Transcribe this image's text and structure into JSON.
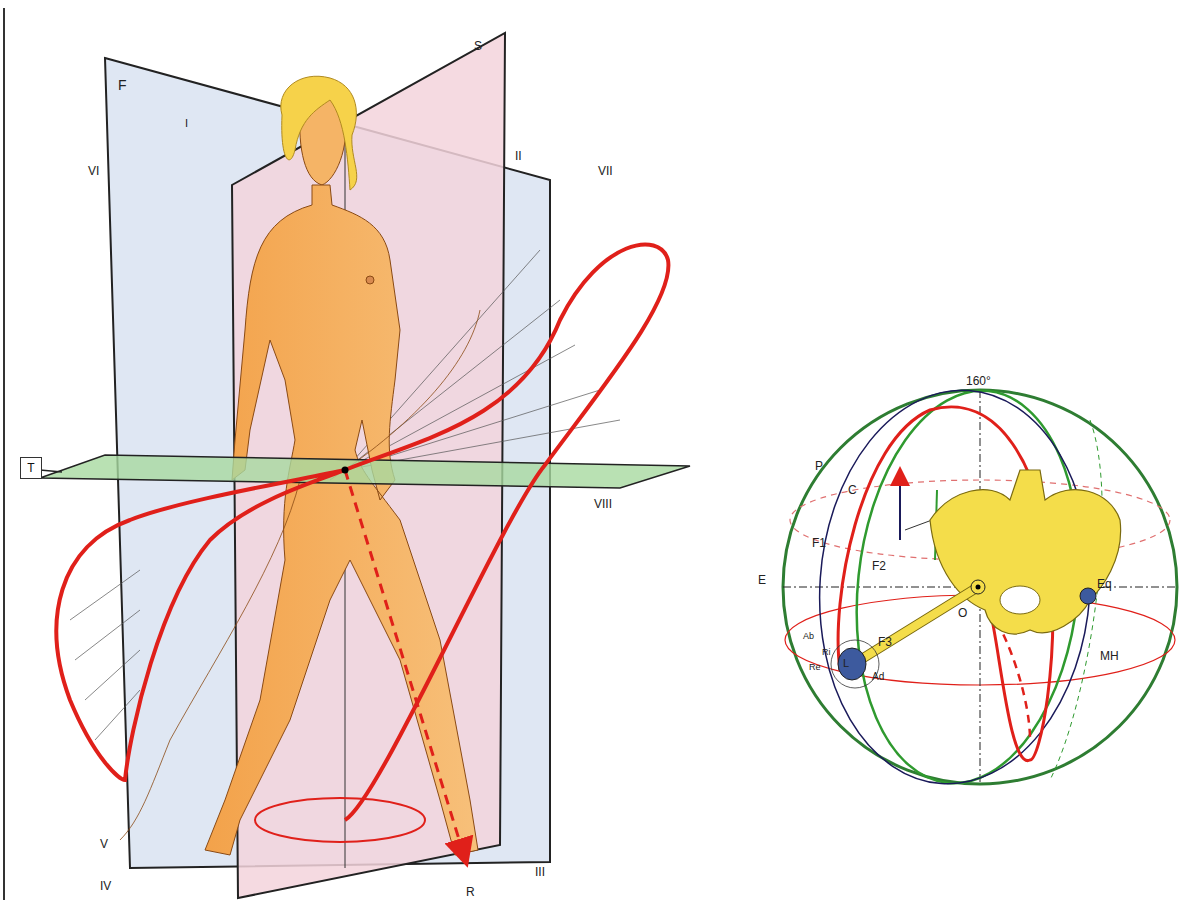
{
  "diagram": {
    "nodes": [
      {
        "text": [
          "T"
        ]
      }
    ],
    "labels": [
      "F",
      "S",
      "I",
      "VI",
      "II",
      "VII",
      "VIII",
      "V",
      "IV",
      "III",
      "R",
      "160°",
      "P",
      "C",
      "F1",
      "F2",
      "E",
      "O",
      "Eq",
      "F3",
      "Ab",
      "Ri",
      "Re",
      "L",
      "Ad",
      "MH"
    ]
  }
}
